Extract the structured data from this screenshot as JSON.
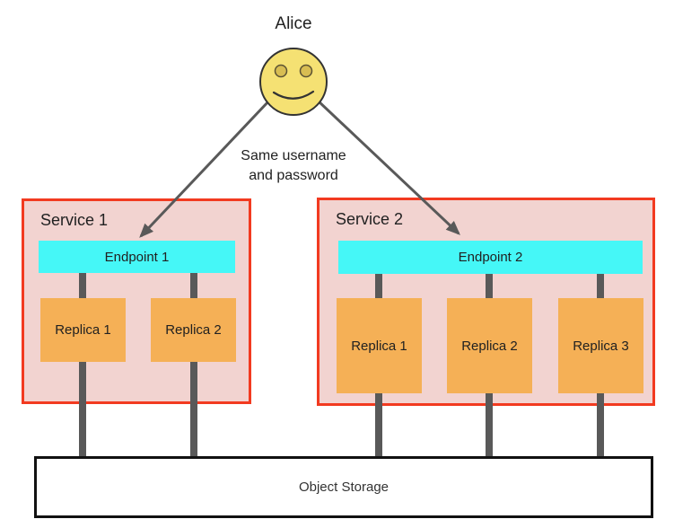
{
  "colors": {
    "service-fill": "#f2d3d0",
    "service-border": "#f23a20",
    "endpoint-fill": "#45f7f7",
    "replica-fill": "#f5b056",
    "connector-gray": "#595959",
    "face-fill": "#f5e173",
    "eye-fill": "#d8bd52",
    "storage-border": "#111111",
    "text": "#212121"
  },
  "actor": {
    "name": "Alice"
  },
  "annotation": {
    "line1": "Same username",
    "line2": "and password"
  },
  "services": [
    {
      "label": "Service 1",
      "endpoint": {
        "label": "Endpoint 1"
      },
      "replicas": [
        {
          "label": "Replica 1"
        },
        {
          "label": "Replica 2"
        }
      ]
    },
    {
      "label": "Service 2",
      "endpoint": {
        "label": "Endpoint 2"
      },
      "replicas": [
        {
          "label": "Replica 1"
        },
        {
          "label": "Replica 2"
        },
        {
          "label": "Replica 3"
        }
      ]
    }
  ],
  "storage": {
    "label": "Object Storage"
  }
}
